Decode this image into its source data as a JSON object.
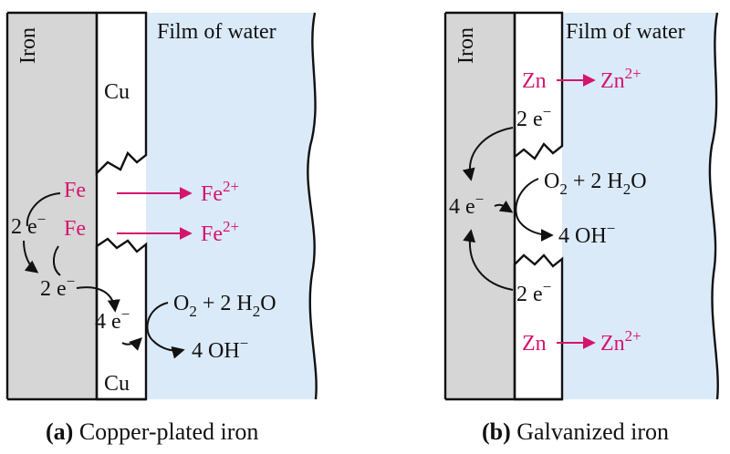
{
  "colors": {
    "iron": "#d6d6d6",
    "copper": "#c8dfba",
    "zinc": "#eab397",
    "water": "#dbeaf8",
    "ion": "#d4146e",
    "ink": "#111111"
  },
  "panel_a": {
    "water_label": "Film of water",
    "iron_label": "Iron",
    "cu_top": "Cu",
    "cu_bottom": "Cu",
    "fe_1": "Fe",
    "fe_2": "Fe",
    "fe_ion": "Fe",
    "fe_ion_charge": "2+",
    "electrons_left": "2 e",
    "electrons_lower": "2 e",
    "electrons_total": "4 e",
    "minus": "−",
    "o2": "O",
    "o2_sub": "2",
    "plus_water": " + 2 H",
    "h2o_sub": "2",
    "o_end": "O",
    "hydroxide": "4 OH",
    "caption_tag": "(a)",
    "caption_text": " Copper-plated iron"
  },
  "panel_b": {
    "water_label": "Film of water",
    "iron_label": "Iron",
    "zn": "Zn",
    "zn_ion": "Zn",
    "zn_ion_charge": "2+",
    "electrons_top": "2 e",
    "electrons_bottom": "2 e",
    "electrons_total": "4 e",
    "minus": "−",
    "o2": "O",
    "o2_sub": "2",
    "plus_water": " + 2 H",
    "h2o_sub": "2",
    "o_end": "O",
    "hydroxide": "4 OH",
    "caption_tag": "(b)",
    "caption_text": " Galvanized iron"
  }
}
